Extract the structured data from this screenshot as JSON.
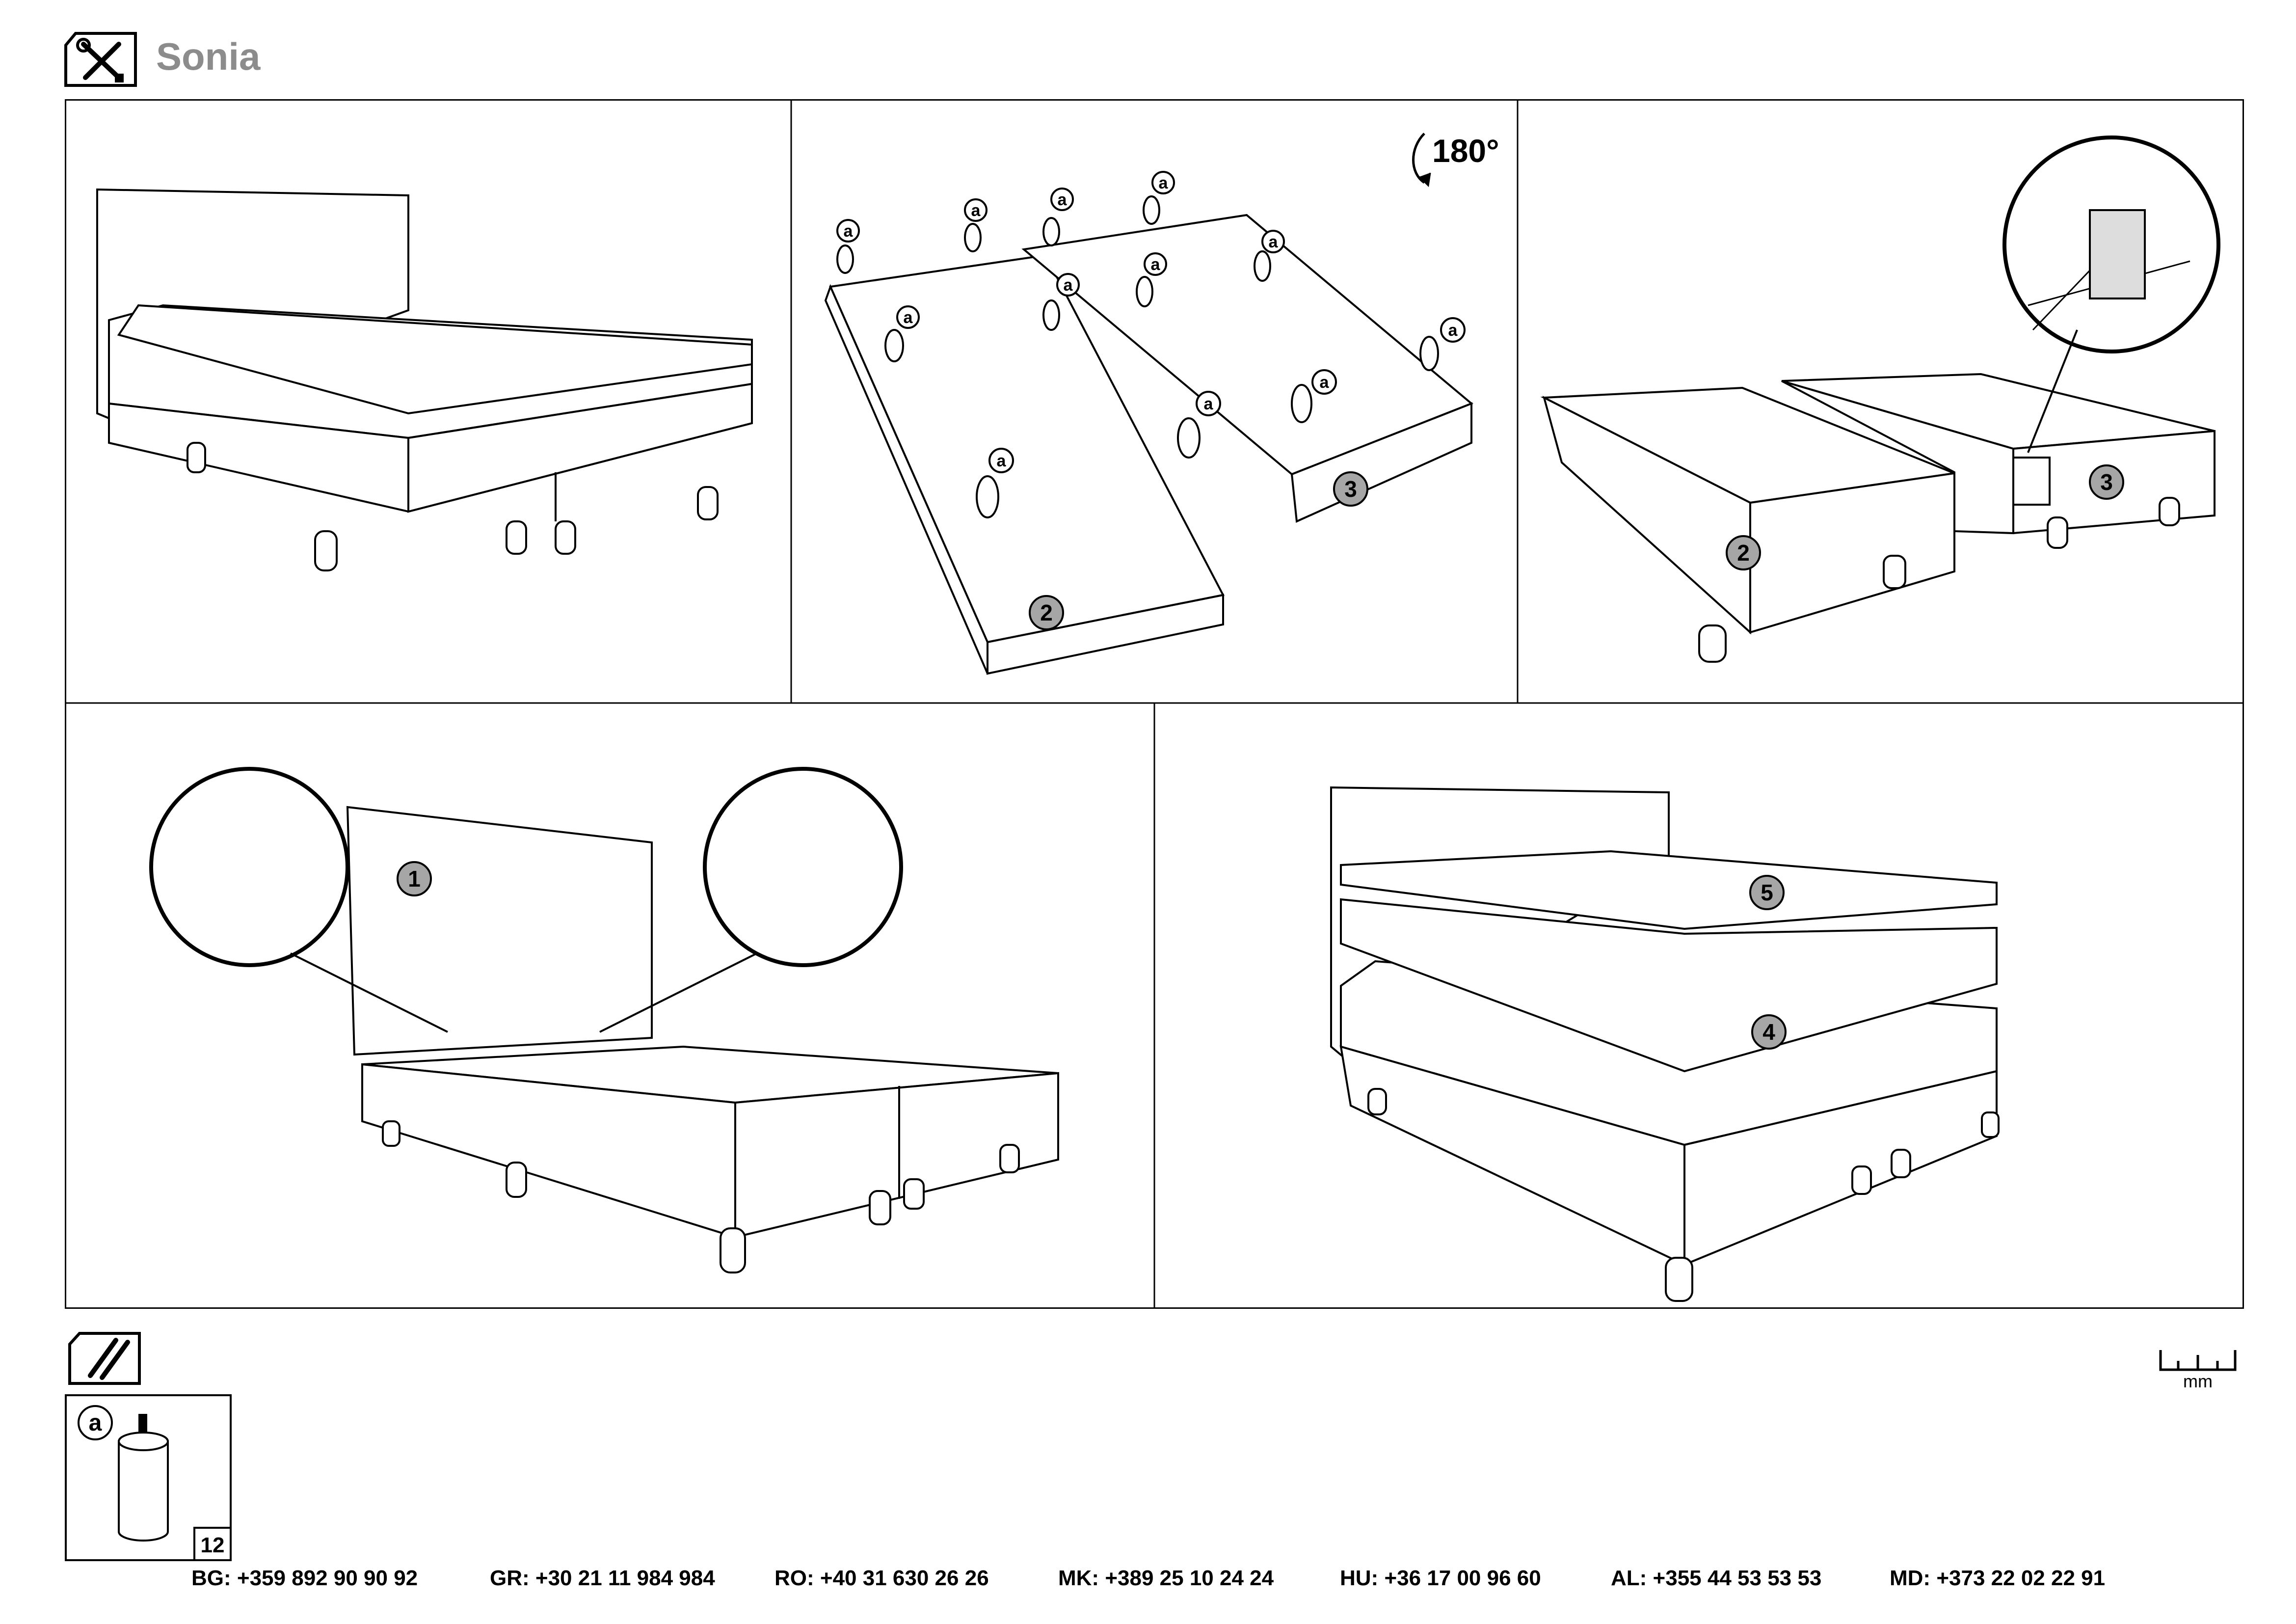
{
  "header": {
    "title": "Sonia",
    "tools_icon": "tools-icon"
  },
  "steps": {
    "rotation_label": "180°",
    "part_labels": {
      "headboard": "1",
      "base_left": "2",
      "base_right": "3",
      "mattress": "4",
      "topper": "5"
    },
    "leg_callout": "a"
  },
  "hardware": {
    "icon": "hardware-icon",
    "items": [
      {
        "letter": "a",
        "quantity": "12",
        "icon": "leg-icon"
      }
    ]
  },
  "measure": {
    "unit": "mm",
    "icon": "ruler-icon"
  },
  "contacts": [
    {
      "code": "BG:",
      "phone": "+359 892 90 90 92"
    },
    {
      "code": "GR:",
      "phone": "+30 21 11 984 984"
    },
    {
      "code": "RO:",
      "phone": "+40 31 630 26 26"
    },
    {
      "code": "MK:",
      "phone": "+389 25 10 24 24"
    },
    {
      "code": "HU:",
      "phone": "+36 17 00 96 60"
    },
    {
      "code": "AL:",
      "phone": "+355 44 53 53 53"
    },
    {
      "code": "MD:",
      "phone": "+373 22 02 22 91"
    }
  ]
}
